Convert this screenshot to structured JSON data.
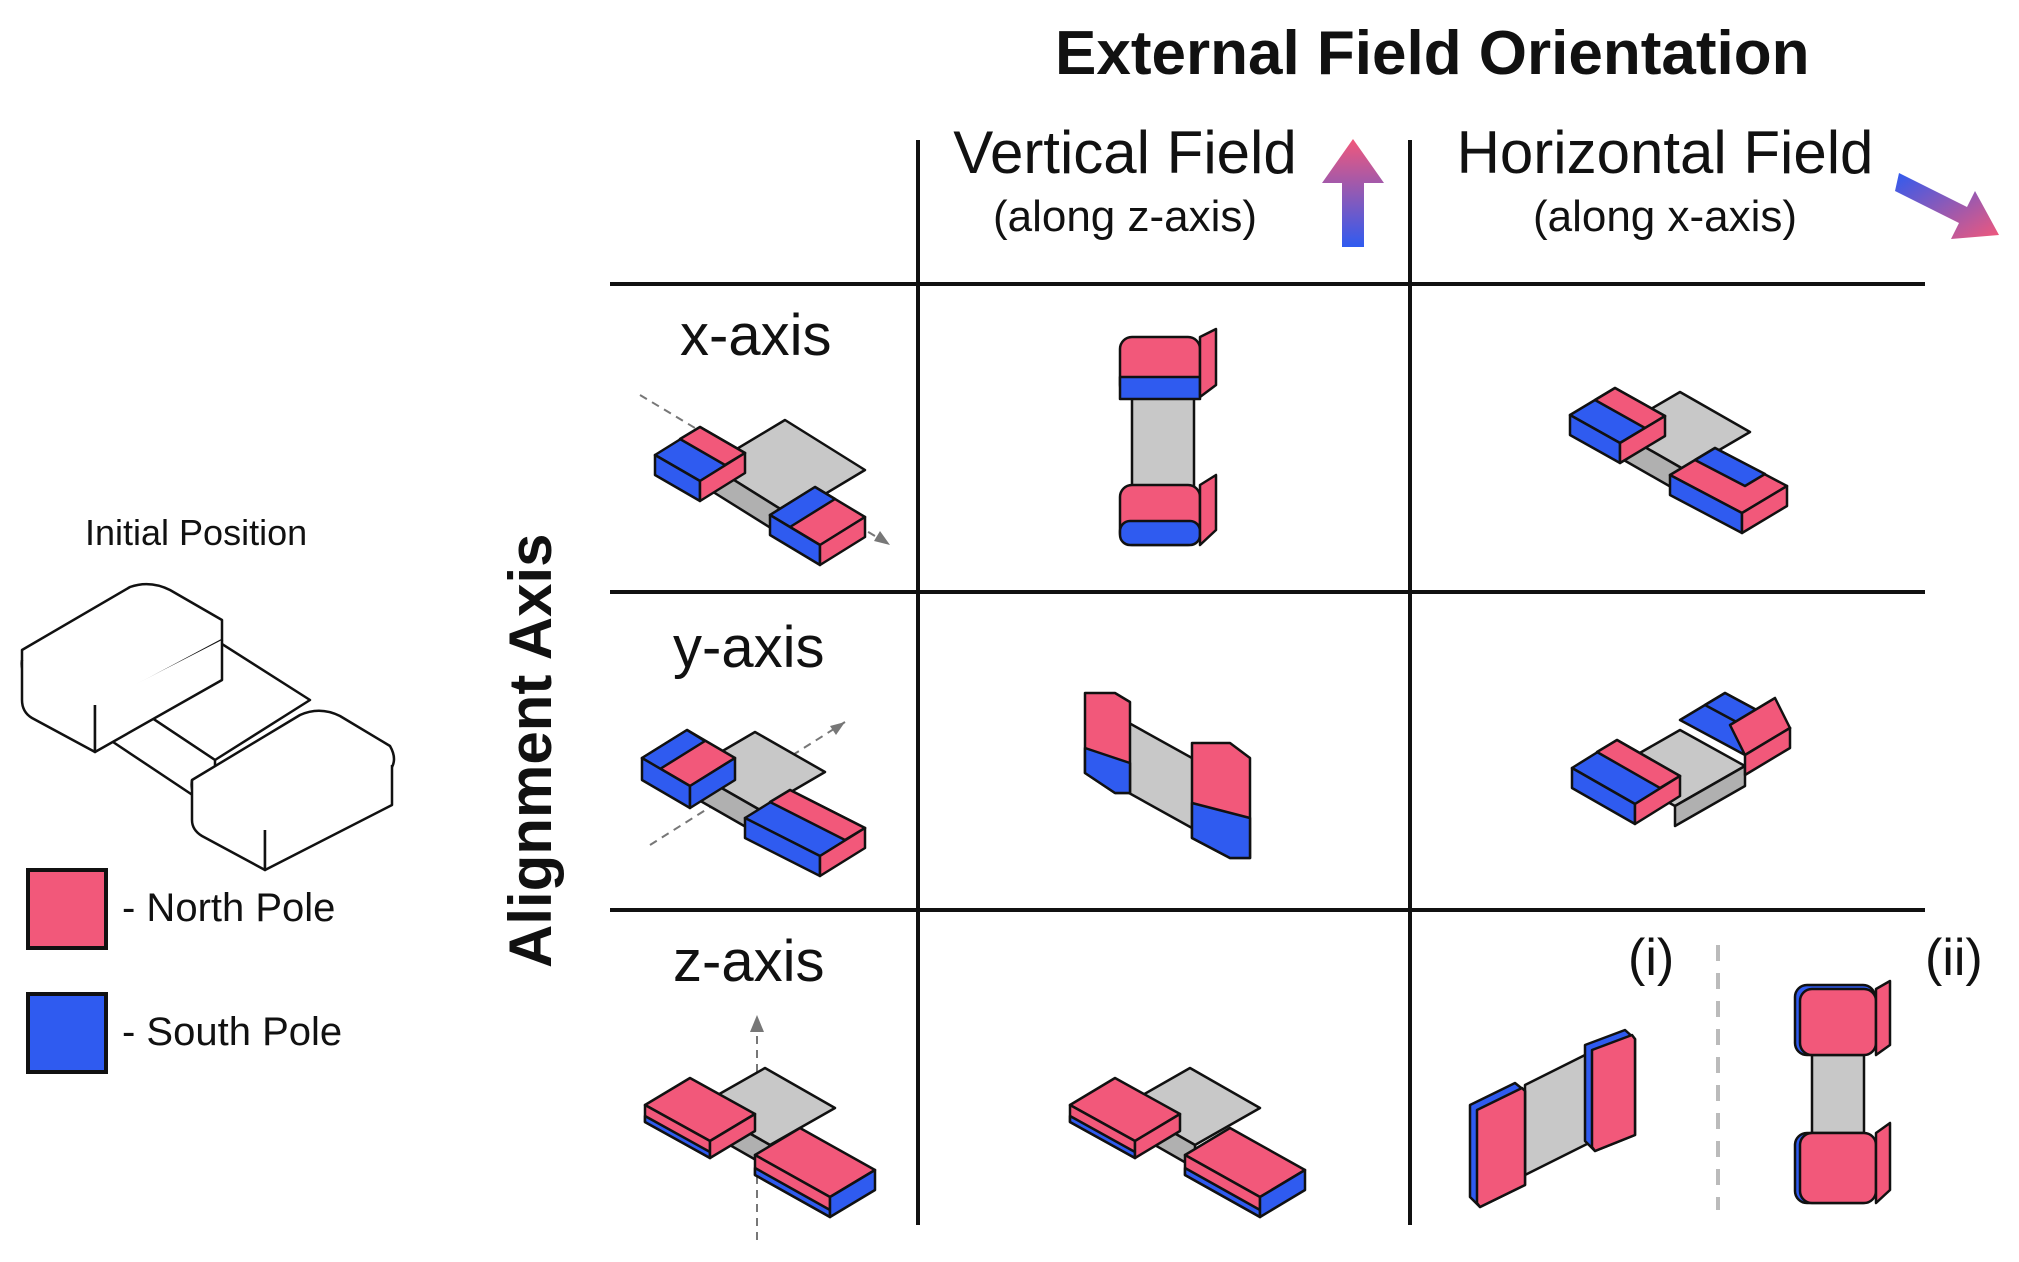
{
  "title": "External Field Orientation",
  "side_label": "Alignment Axis",
  "columns": [
    {
      "title": "Vertical Field",
      "subtitle": "(along z-axis)"
    },
    {
      "title": "Horizontal Field",
      "subtitle": "(along x-axis)"
    }
  ],
  "rows": [
    {
      "label": "x-axis"
    },
    {
      "label": "y-axis"
    },
    {
      "label": "z-axis"
    }
  ],
  "sub_cases": [
    "(i)",
    "(ii)"
  ],
  "initial_label": "Initial Position",
  "legend": [
    {
      "label": "- North Pole",
      "color": "#f2587a"
    },
    {
      "label": "- South Pole",
      "color": "#2f5bf0"
    }
  ],
  "colors": {
    "north": "#f2587a",
    "south": "#2f5bf0",
    "body": "#c8c8c8",
    "line": "#111111"
  }
}
